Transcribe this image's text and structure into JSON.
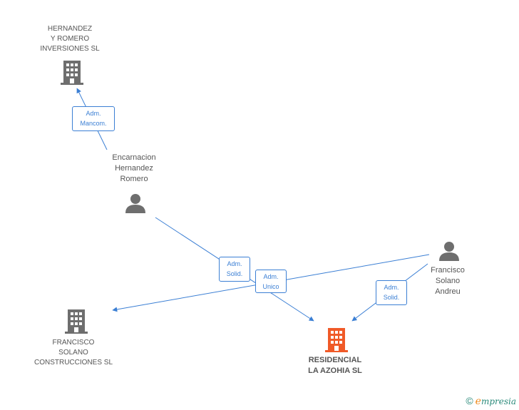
{
  "nodes": {
    "hernandez_romero": {
      "label": "HERNANDEZ\nY ROMERO\nINVERSIONES SL",
      "kind": "company"
    },
    "encarnacion": {
      "label": "Encarnacion\nHernandez\nRomero",
      "kind": "person"
    },
    "francisco_solano_andreu": {
      "label": "Francisco\nSolano\nAndreu",
      "kind": "person"
    },
    "francisco_solano_construcciones": {
      "label": "FRANCISCO\nSOLANO\nCONSTRUCCIONES SL",
      "kind": "company"
    },
    "residencial": {
      "label": "RESIDENCIAL\nLA AZOHIA SL",
      "kind": "company-main"
    }
  },
  "relations": {
    "r1": {
      "line1": "Adm.",
      "line2": "Mancom."
    },
    "r2": {
      "line1": "Adm.",
      "line2": "Solid."
    },
    "r3": {
      "line1": "Adm.",
      "line2": "Unico"
    },
    "r4": {
      "line1": "Adm.",
      "line2": "Solid."
    }
  },
  "colors": {
    "edge": "#3b7fd4",
    "company_icon": "#6e6e6e",
    "main_icon": "#f05a28",
    "person_icon": "#6e6e6e"
  },
  "footer": {
    "copyright": "©",
    "brand_first": "e",
    "brand_rest": "mpresia"
  }
}
